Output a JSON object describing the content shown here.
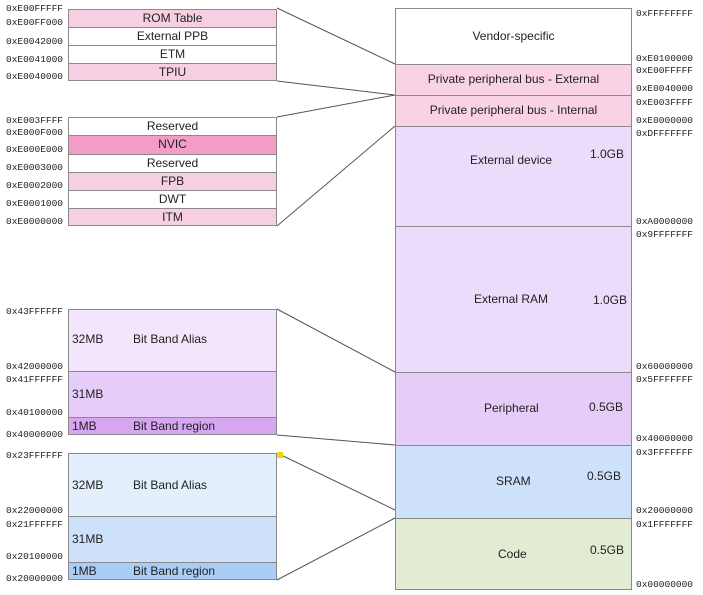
{
  "ppb_external": {
    "rows": [
      {
        "label": "ROM Table",
        "addr": "0xE00FFFFF",
        "color": "#f7cfe3"
      },
      {
        "label": "External PPB",
        "addr": "0xE00FF000",
        "color": "#ffffff"
      },
      {
        "label": "ETM",
        "addr": "0xE0042000",
        "color": "#ffffff"
      },
      {
        "label": "TPIU",
        "addr": "0xE0041000",
        "color": "#f7cfe3"
      }
    ],
    "bottom_addr": "0xE0040000"
  },
  "ppb_internal": {
    "rows": [
      {
        "label": "Reserved",
        "addr": "0xE003FFFF",
        "color": "#ffffff"
      },
      {
        "label": "NVIC",
        "addr": "0xE000F000",
        "color": "#f29cc7"
      },
      {
        "label": "Reserved",
        "addr": "0xE000E000",
        "color": "#ffffff"
      },
      {
        "label": "FPB",
        "addr": "0xE0003000",
        "color": "#f7cfe3"
      },
      {
        "label": "DWT",
        "addr": "0xE0002000",
        "color": "#ffffff"
      },
      {
        "label": "ITM",
        "addr": "0xE0001000",
        "color": "#f7cfe3"
      }
    ],
    "bottom_addr": "0xE0000000"
  },
  "peripheral_bitband": {
    "addrs": [
      "0x43FFFFFF",
      "0x42000000",
      "0x41FFFFFF",
      "0x40100000",
      "0x40000000"
    ],
    "alias": {
      "size": "32MB",
      "label": "Bit Band Alias"
    },
    "gap": {
      "size": "31MB"
    },
    "region": {
      "size": "1MB",
      "label": "Bit Band region"
    }
  },
  "sram_bitband": {
    "addrs": [
      "0x23FFFFFF",
      "0x22000000",
      "0x21FFFFFF",
      "0x20100000",
      "0x20000000"
    ],
    "alias": {
      "size": "32MB",
      "label": "Bit Band Alias"
    },
    "gap": {
      "size": "31MB"
    },
    "region": {
      "size": "1MB",
      "label": "Bit Band region"
    }
  },
  "memory_map": {
    "regions": [
      {
        "label": "Vendor-specific",
        "size": ""
      },
      {
        "label": "Private peripheral bus - External",
        "size": ""
      },
      {
        "label": "Private peripheral bus - Internal",
        "size": ""
      },
      {
        "label": "External device",
        "size": "1.0GB"
      },
      {
        "label": "External RAM",
        "size": "1.0GB"
      },
      {
        "label": "Peripheral",
        "size": "0.5GB"
      },
      {
        "label": "SRAM",
        "size": "0.5GB"
      },
      {
        "label": "Code",
        "size": "0.5GB"
      }
    ],
    "addrs": [
      "0xFFFFFFFF",
      "0xE0100000",
      "0xE00FFFFF",
      "0xE0040000",
      "0xE003FFFF",
      "0xE0000000",
      "0xDFFFFFFF",
      "0xA0000000",
      "0x9FFFFFFF",
      "0x60000000",
      "0x5FFFFFFF",
      "0x40000000",
      "0x3FFFFFFF",
      "0x20000000",
      "0x1FFFFFFF",
      "0x00000000"
    ]
  },
  "colors": {
    "pink": "#f7cfe3",
    "nvic": "#f29cc7",
    "lavender": "#ecdcfb",
    "purple": "#e6cdf9",
    "purple_dark": "#d7a6f1",
    "blue_light": "#e3effc",
    "blue": "#cde2fa",
    "blue_dark": "#a9cdf4",
    "green": "#e2ecd3",
    "ppb": "#f9d2e6"
  }
}
